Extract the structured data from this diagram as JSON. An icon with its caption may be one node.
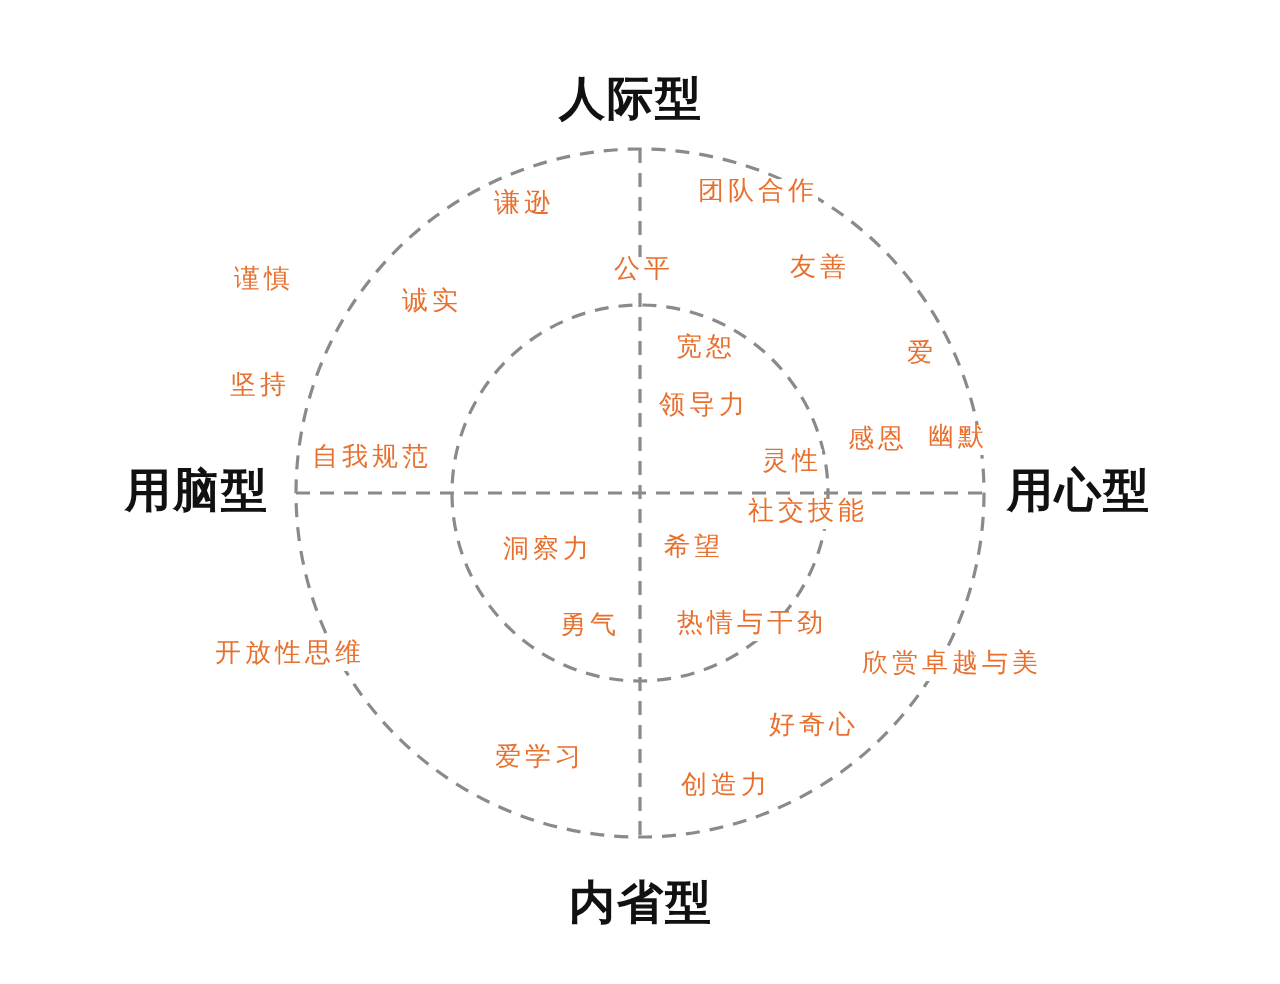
{
  "diagram": {
    "labels": [
      "人际型",
      "谦逊",
      "团队合作",
      "谨慎",
      "诚实",
      "公平",
      "友善",
      "宽恕",
      "爱",
      "坚持",
      "领导力",
      "自我规范",
      "灵性",
      "感恩",
      "幽默",
      "用脑型",
      "用心型",
      "社交技能",
      "洞察力",
      "希望",
      "勇气",
      "热情与干劲",
      "开放性思维",
      "欣赏卓越与美",
      "好奇心",
      "爱学习",
      "创造力",
      "内省型"
    ]
  }
}
